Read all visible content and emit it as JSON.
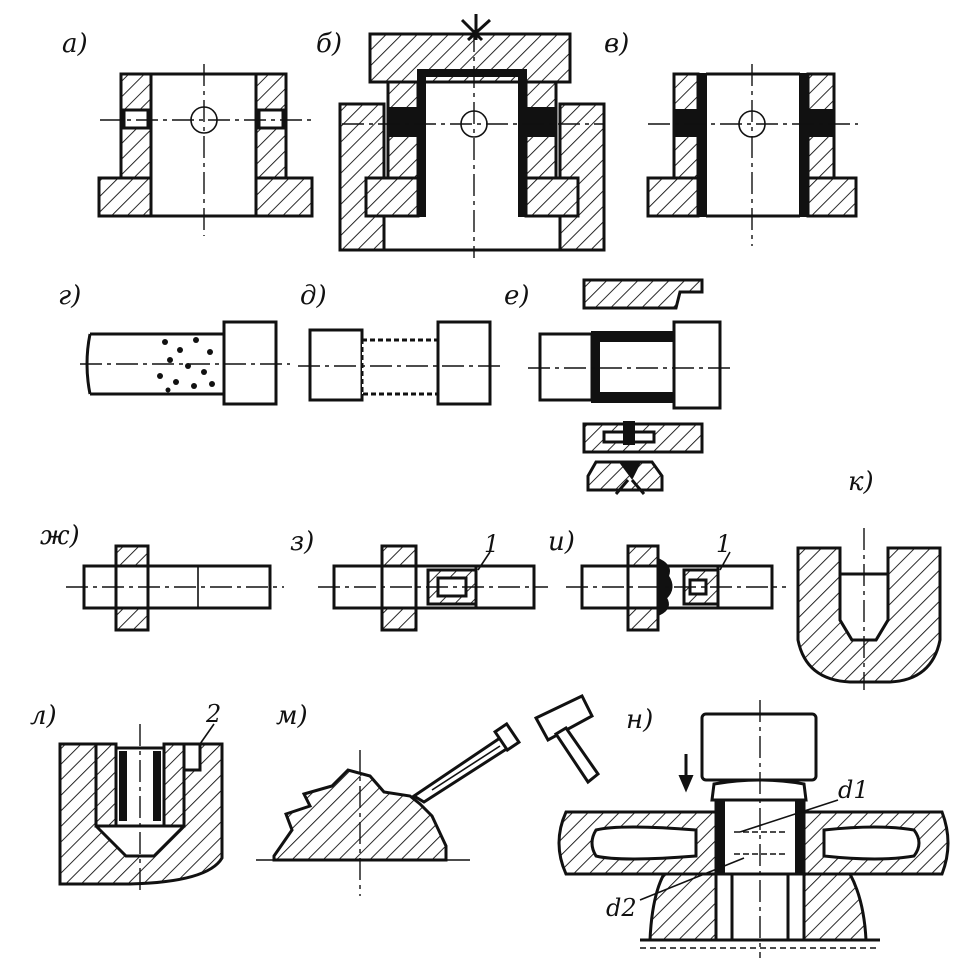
{
  "labels": {
    "a": "а)",
    "b": "б)",
    "v": "в)",
    "g": "г)",
    "d": "д)",
    "e": "е)",
    "zh": "ж)",
    "z": "з)",
    "i": "и)",
    "k": "к)",
    "l": "л)",
    "m": "м)",
    "n": "н)"
  },
  "callouts": {
    "part1_z": "1",
    "part1_i": "1",
    "part2_l": "2",
    "d1": "d1",
    "d2": "d2"
  },
  "colors": {
    "ink": "#111111",
    "paper": "#ffffff"
  }
}
